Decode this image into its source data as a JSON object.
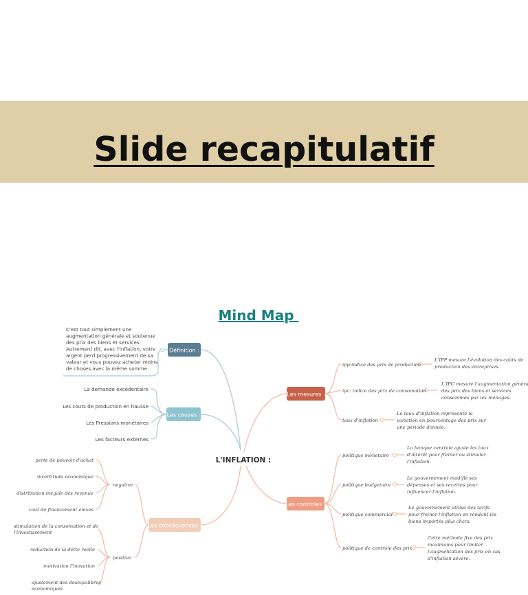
{
  "slide": {
    "title": "Slide recapitulatif"
  },
  "mindmap": {
    "heading": "Mind Map ",
    "center": "L'INFLATION :",
    "definition": {
      "label": "Définition :",
      "lines": [
        "C'est tout simplement une",
        "augmentation générale et soutenue",
        "des prix des biens et services.",
        "Autrement dit, avec l'inflation, votre",
        "argent perd progressivement de sa",
        "valeur et vous pouvez acheter moins",
        "de choses avec la même somme."
      ]
    },
    "causes": {
      "label": "Les causes :",
      "items": [
        "La demande excédentaire",
        "Les couts de production en hausse",
        "Les Pressions monétaires",
        "Les facteurs externes"
      ]
    },
    "consequences": {
      "label": "Les conséquences :",
      "negative": {
        "label": "negative",
        "items": [
          "perte de pouvoir d'achat",
          "incertitude economique",
          "distribution inegale des revenue",
          "cout de financement eleves"
        ]
      },
      "positive": {
        "label": "positive",
        "items": [
          [
            "stimulation de la consomation et de",
            "l'investissement"
          ],
          [
            "reduction de la dette reelle"
          ],
          [
            "motivation l'inovation"
          ],
          [
            "ajustement des desequilibres",
            "economiques"
          ]
        ]
      }
    },
    "mesures": {
      "label": "Les mesures :",
      "items": [
        {
          "name": "ipp:indice des prix de production",
          "desc": [
            "L'IPP mesure l'évolution des coûts de",
            "production des entreprises."
          ]
        },
        {
          "name": "ipc: indice des prix de consomation",
          "desc": [
            "L'IPC mesure l'augmentation générale",
            "des prix des biens et services",
            "consommés par les ménages."
          ]
        },
        {
          "name": "taux d'inflation",
          "desc": [
            "Le taux d'inflation représente la",
            "variation en pourcentage des prix sur",
            "une période donnée."
          ]
        }
      ]
    },
    "controles": {
      "label": "Les controles :",
      "items": [
        {
          "name": "politique monetaire",
          "desc": [
            "La banque centrale ajuste les taux",
            "d'intérêt pour freiner ou stimuler",
            "l'inflation."
          ]
        },
        {
          "name": "politique budgetaire",
          "desc": [
            "Le gouvernement modifie ses",
            "dépenses et ses recettes pour",
            "influencer l'inflation."
          ]
        },
        {
          "name": "politique commercial",
          "desc": [
            "Le gouvernement utilise des tarifs",
            "pour freiner l'inflation en rendant les",
            "biens importés plus chers."
          ]
        },
        {
          "name": "politique de controle des prix",
          "desc": [
            "Cette méthode fixe des prix",
            "maximums pour limiter",
            "l'augmentation des prix en cas",
            "d'inflation sévère."
          ]
        }
      ]
    }
  },
  "colors": {
    "banner": "#e0cfa6",
    "mindmap_heading": "#1a8080",
    "definition_node": "#5b7d93",
    "causes_node": "#8ec3d1",
    "consequences_node": "#f1cdb8",
    "mesures_node": "#c8604a",
    "controles_node": "#ee9c82",
    "line_blue": "#a9c9d5",
    "line_orange": "#f0b9a4"
  }
}
